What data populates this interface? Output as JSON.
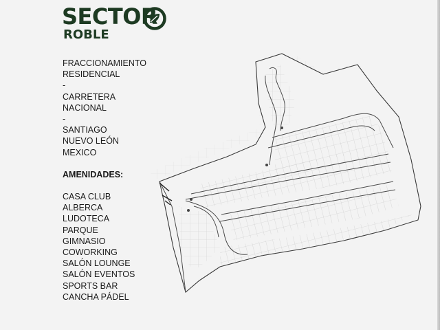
{
  "brand": {
    "name": "SECTOR",
    "sub": "ROBLE",
    "logo_icon": "leaf-circle-icon",
    "color": "#1d3a22"
  },
  "location_lines": [
    "FRACCIONAMIENTO",
    "RESIDENCIAL",
    "-",
    "CARRETERA",
    "NACIONAL",
    "-",
    "SANTIAGO",
    "NUEVO LEÓN",
    "MEXICO"
  ],
  "amenities": {
    "heading": "AMENIDADES:",
    "items": [
      "CASA CLUB",
      "ALBERCA",
      "LUDOTECA",
      "PARQUE",
      "GIMNASIO",
      "COWORKING",
      "SALÓN LOUNGE",
      "SALÓN EVENTOS",
      "SPORTS BAR",
      "CANCHA PÁDEL"
    ]
  },
  "map": {
    "icon": "site-plan-map"
  }
}
